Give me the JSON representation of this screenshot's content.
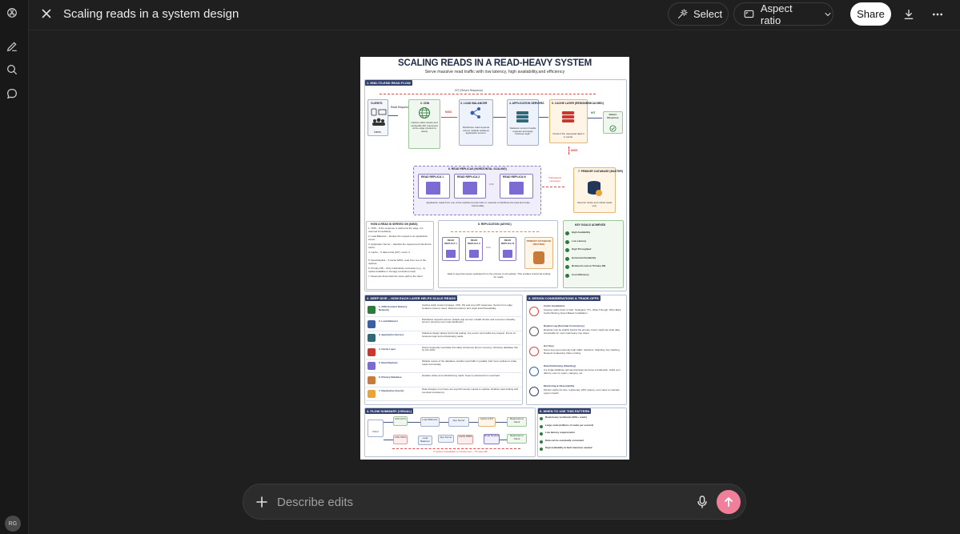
{
  "sidebar": {
    "icons": [
      "openai-logo-icon",
      "new-chat-icon",
      "search-icon",
      "chat-bubble-icon"
    ],
    "avatar_initials": "RG"
  },
  "header": {
    "title": "Scaling reads in a system design",
    "select_label": "Select",
    "aspect_label": "Aspect ratio",
    "share_label": "Share"
  },
  "composer": {
    "placeholder": "Describe edits"
  },
  "colors": {
    "background": "#1f1f1f",
    "send_accent": "#f0809a",
    "poster_navy": "#33406b"
  },
  "infographic": {
    "title": "SCALING READS IN A READ-HEAVY SYSTEM",
    "subtitle": "Serve massive read traffic with low latency, high availability,and efficiency",
    "s1": "1. END-TO-END READ FLOW",
    "hit": "HIT (Return Response)",
    "clients": "CLIENTS",
    "users": "Users",
    "read_request": "Read Request",
    "cdn": "2. CDN",
    "cdn_desc": "Caches static assets and cacheable API responses at the edge (closest to users)",
    "miss": "MISS",
    "lb": "3. LOAD BALANCER",
    "lb_desc": "Distributes read requests across multiple stateless application servers.",
    "app": "4. APPLICATION SERVERS",
    "app_desc": "Stateless servers handle requests and apply business logic.",
    "cache": "5. CACHE LAYER (REDIS/MEMCACHED)",
    "cache_desc": "Check if the requested data is in cache.",
    "hit_short": "HIT",
    "return_resp": "Return Response",
    "replicas": "6. READ REPLICAS (HORIZONTAL SCALING)",
    "replica1": "READ REPLICA 1",
    "replica2": "READ REPLICA 2",
    "replicaN": "READ REPLICA N",
    "replicas_desc": "Application reads from one of the replicas (round-robin or nearest) to distribute the load and scale horizontally.",
    "if_necessary": "If absolutely necessary",
    "primary": "7. PRIMARY DATABASE (MASTER)",
    "primary_desc": "Used for writes and critical reads only.",
    "how_title": "HOW A READ IS SERVED ON (MISS)",
    "how_steps": [
      "1. CDN – If the response is cached at the edge, it is returned immediately.",
      "2. Load Balancer – Routes the request to an application server.",
      "3. Application Server – Handles the request and checks the cache.",
      "4. Cache – If data exists (HIT), return it.",
      "5. Read Replica – If cache MISS, read from one of the replicas.",
      "6. Primary DB – Only if absolutely necessary (e.g., no replica available or strongly consistent read).",
      "7. Response flows back the same path to the client."
    ],
    "replication": "8. REPLICATION (ASYNC)",
    "read_short": "READ REPLICA 1",
    "read_short2": "READ REPLICA 2",
    "read_shortN": "READ REPLICA N",
    "primary_short": "PRIMARY DATABASE (MASTER)",
    "replication_desc": "Data is asynchronously replicated from the primary to all replicas. This enables horizontal scaling for reads.",
    "goals_title": "KEY GOALS ACHIEVED",
    "goals": [
      "High Availability",
      "Low Latency",
      "High Throughput",
      "Horizontal Scalability",
      "Reduced Load on Primary DB",
      "Cost Efficiency"
    ],
    "s2": "2. DEEP DIVE – HOW EACH LAYER HELPS SCALE READS",
    "layers": [
      {
        "name": "1. CDN (Content Delivery Network)",
        "desc": "Caches static content (images, CSS, JS) and even API responses. Serves from edge locations close to users. Reduces latency and origin load dramatically."
      },
      {
        "name": "2. Load Balancer",
        "desc": "Distributes requests across multiple app servers. Health checks and removes unhealthy servers. Ensures even load distribution."
      },
      {
        "name": "3. Application Servers",
        "desc": "Stateless design allows horizontal scaling. Any server can handle any request. Focus on business logic and orchestrating reads."
      },
      {
        "name": "4. Cache Layer",
        "desc": "Stores frequently read data (hot data). Extremely fast (in-memory). Reduces database hits by 10x-100x."
      },
      {
        "name": "5. Read Replicas",
        "desc": "Multiple copies of the database. Handle read traffic in parallel. Add more replicas to scale reads horizontally."
      },
      {
        "name": "6. Primary Database",
        "desc": "Handles writes and critical/strong reads. Keep it protected from read load."
      },
      {
        "name": "7. Replication (Async)",
        "desc": "Data changes on primary are asynchronously copied to replicas. Enables read scaling with eventual consistency."
      }
    ],
    "s3": "3. DESIGN CONSIDERATIONS & TRADE-OFFS",
    "considerations": [
      {
        "name": "Cache Invalidation",
        "desc": "Keeping cache fresh is hard. Strategies: TTL, Write-Through, Write-Back, Cache Busting, Event-Based Invalidation."
      },
      {
        "name": "Replica Lag (Eventual Consistency)",
        "desc": "Replicas may be slightly behind the primary. Users might see stale data. Acceptable for most read-heavy use cases."
      },
      {
        "name": "Hot Keys",
        "desc": "Some keys get extremely high traffic. Solutions: Sharding, Key Hashing, Request Coalescing, Rate Limiting."
      },
      {
        "name": "Data Partitioning (Sharding)",
        "desc": "If a single database (primary/replicas) becomes a bottleneck, shard your data by user id, region, category, etc."
      },
      {
        "name": "Monitoring & Observability",
        "desc": "Monitor cache hit ratio, replica lag, QPS, latency, error rates to maintain system health."
      }
    ],
    "s4": "4. FLOW SUMMARY (VISUAL)",
    "client": "Client",
    "flow_cdn_hit": "CDN (HIT)",
    "flow_cdn_miss": "CDN MISS",
    "flow_lb": "Load Balancer",
    "flow_app": "App Server",
    "flow_cache_hit": "Cache (HIT)",
    "flow_cache_miss": "Cache MISS",
    "flow_replica": "Read Replica",
    "flow_resp": "Response to Client",
    "flow_note": "If replica unavailable or critical read → Primary DB",
    "s5": "5. WHEN TO USE THIS PATTERN",
    "when": [
      "Read-heavy workloads (90%+ reads)",
      "Large scale (millions of reads per second)",
      "Low latency requirements",
      "Data can be eventually consistent",
      "High availability & fault tolerance needed"
    ]
  }
}
